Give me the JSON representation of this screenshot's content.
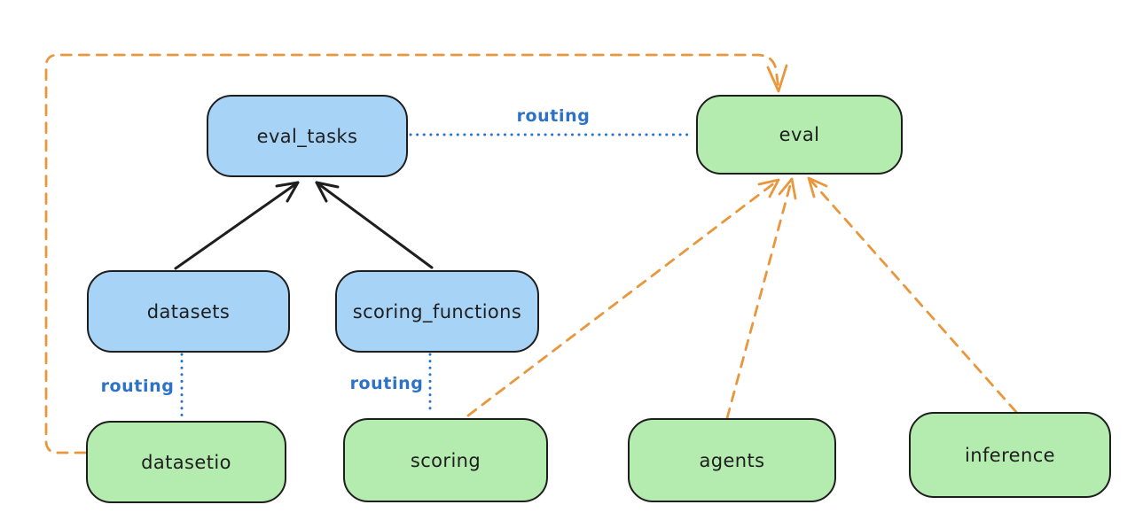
{
  "diagram": {
    "nodes": {
      "eval_tasks": {
        "label": "eval_tasks",
        "kind": "resource"
      },
      "eval": {
        "label": "eval",
        "kind": "provider"
      },
      "datasets": {
        "label": "datasets",
        "kind": "resource"
      },
      "scoring_functions": {
        "label": "scoring_functions",
        "kind": "resource"
      },
      "datasetio": {
        "label": "datasetio",
        "kind": "provider"
      },
      "scoring": {
        "label": "scoring",
        "kind": "provider"
      },
      "agents": {
        "label": "agents",
        "kind": "provider"
      },
      "inference": {
        "label": "inference",
        "kind": "provider"
      }
    },
    "edge_labels": {
      "eval_tasks_to_eval": "routing",
      "datasets_to_datasetio": "routing",
      "scoring_functions_to_scoring": "routing"
    },
    "edges": [
      {
        "from": "datasets",
        "to": "eval_tasks",
        "style": "solid-black-arrow"
      },
      {
        "from": "scoring_functions",
        "to": "eval_tasks",
        "style": "solid-black-arrow"
      },
      {
        "from": "eval_tasks",
        "to": "eval",
        "style": "dotted-blue",
        "label": "routing"
      },
      {
        "from": "datasets",
        "to": "datasetio",
        "style": "dotted-blue",
        "label": "routing"
      },
      {
        "from": "scoring_functions",
        "to": "scoring",
        "style": "dotted-blue",
        "label": "routing"
      },
      {
        "from": "datasetio",
        "to": "eval",
        "style": "dashed-orange-arrow",
        "route": "around-left-and-top"
      },
      {
        "from": "scoring",
        "to": "eval",
        "style": "dashed-orange-arrow"
      },
      {
        "from": "agents",
        "to": "eval",
        "style": "dashed-orange-arrow"
      },
      {
        "from": "inference",
        "to": "eval",
        "style": "dashed-orange-arrow"
      }
    ],
    "colors": {
      "resource_node_fill": "#a7d3f7",
      "provider_node_fill": "#b4ebae",
      "node_border": "#1e1e1e",
      "text": "#1e1e1e",
      "routing_blue": "#2b72c8",
      "orange_dashed": "#e8973c",
      "background": "#ffffff"
    }
  }
}
